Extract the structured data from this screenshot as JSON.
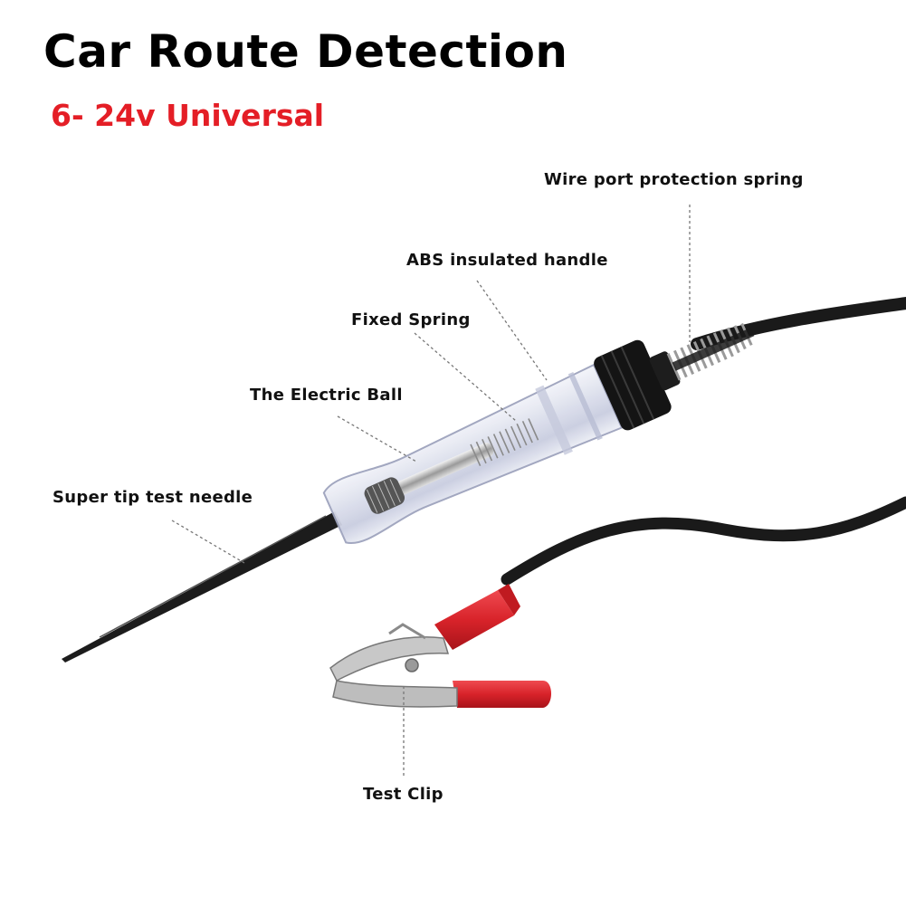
{
  "title": "Car Route Detection",
  "subtitle": "6- 24v Universal",
  "callouts": {
    "wire_spring": "Wire port protection spring",
    "abs_handle": "ABS insulated handle",
    "fixed_spring": "Fixed Spring",
    "electric_ball": "The Electric Ball",
    "test_needle": "Super tip test needle",
    "test_clip": "Test Clip"
  },
  "colors": {
    "title": "#000000",
    "subtitle": "#e41e26",
    "cable": "#1a1a1a",
    "clip_sleeve": "#d8232a"
  }
}
